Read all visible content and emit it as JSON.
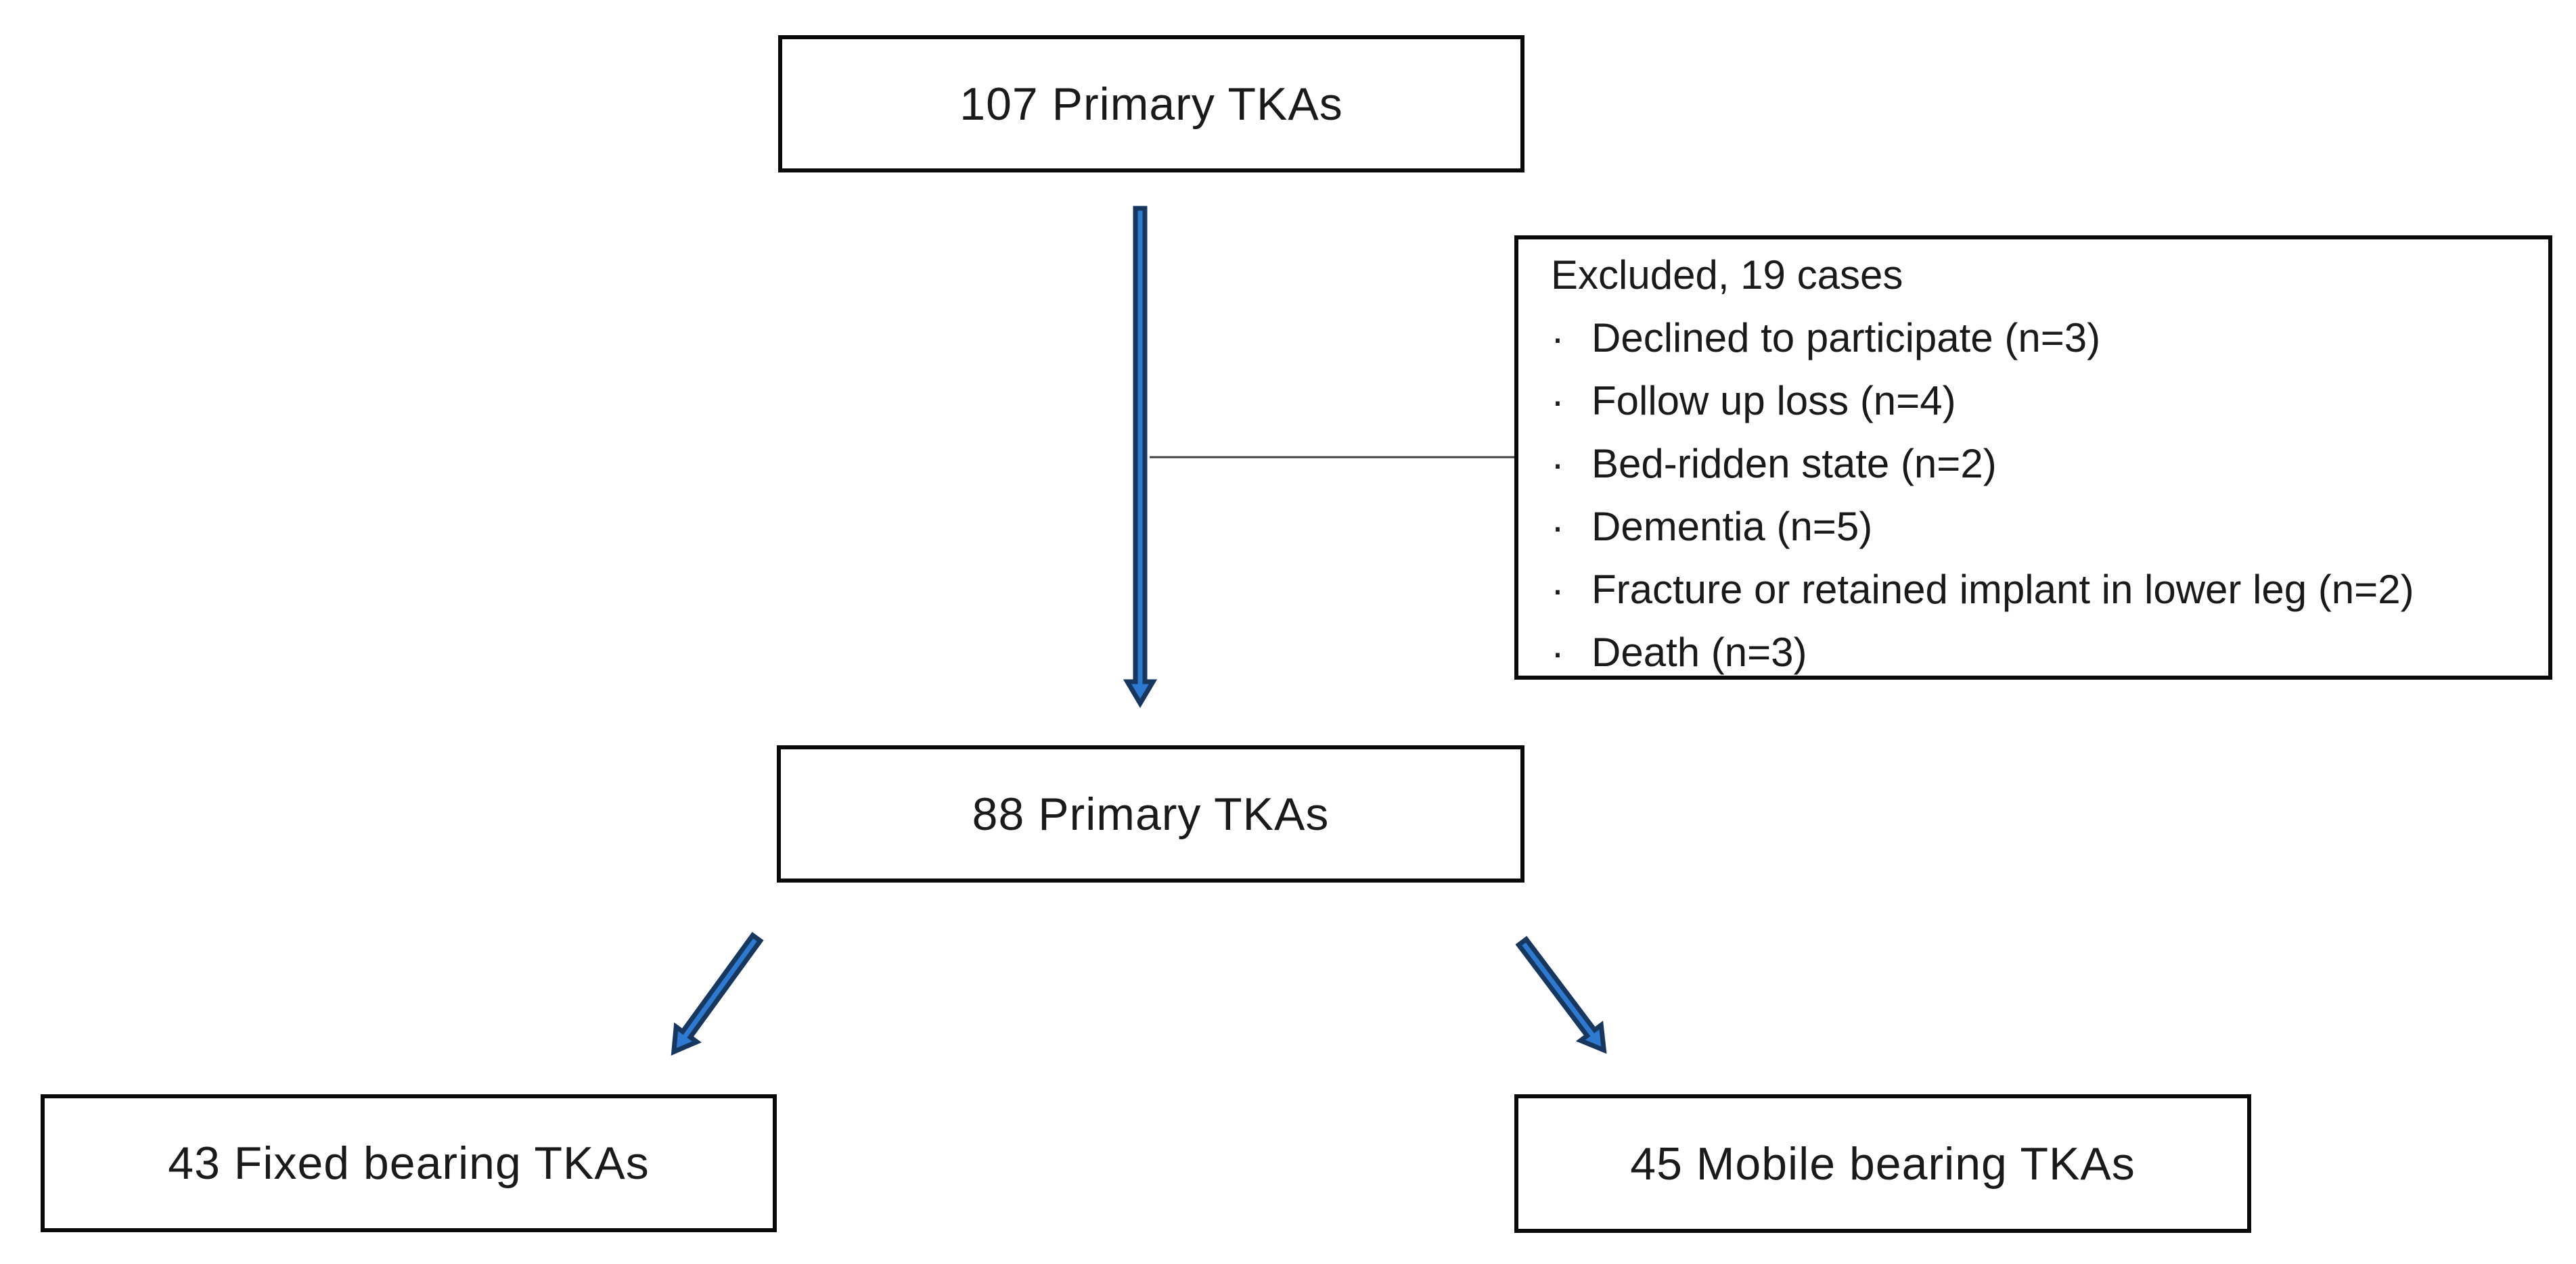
{
  "flowchart": {
    "nodes": {
      "total": {
        "label": "107 Primary TKAs"
      },
      "excluded": {
        "title": "Excluded, 19 cases",
        "bullet": "·",
        "items": [
          "Declined to participate (n=3)",
          "Follow up loss (n=4)",
          "Bed-ridden state (n=2)",
          "Dementia (n=5)",
          "Fracture or retained implant in lower leg (n=2)",
          "Death (n=3)"
        ]
      },
      "included": {
        "label": "88 Primary TKAs"
      },
      "fixed": {
        "label": "43 Fixed bearing TKAs"
      },
      "mobile": {
        "label": "45 Mobile bearing TKAs"
      }
    },
    "colors": {
      "arrow_fill": "#2e7ad1",
      "arrow_outline": "#17375e",
      "box_border": "#0a0a0a",
      "connector_line": "#404040",
      "text": "#1a1a1a"
    }
  }
}
